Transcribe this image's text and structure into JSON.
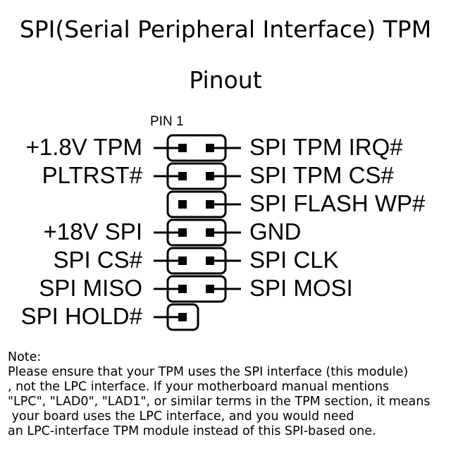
{
  "title": {
    "line1": "SPI(Serial Peripheral Interface) TPM",
    "line2": "Pinout"
  },
  "pin1_label": "PIN 1",
  "rows": [
    {
      "left": "+1.8V TPM",
      "right": "SPI TPM IRQ#",
      "left_pin": true,
      "right_pin": true
    },
    {
      "left": "PLTRST#",
      "right": "SPI TPM CS#",
      "left_pin": true,
      "right_pin": true
    },
    {
      "left": "",
      "right": "SPI FLASH WP#",
      "left_pin": true,
      "right_pin": true
    },
    {
      "left": "+18V SPI",
      "right": "GND",
      "left_pin": true,
      "right_pin": true
    },
    {
      "left": "SPI CS#",
      "right": "SPI CLK",
      "left_pin": true,
      "right_pin": true
    },
    {
      "left": "SPI MISO",
      "right": "SPI MOSI",
      "left_pin": true,
      "right_pin": true
    },
    {
      "left": "SPI HOLD#",
      "right": "",
      "left_pin": true,
      "right_pin": false
    }
  ],
  "note": {
    "heading": "Note:",
    "lines": [
      "Please ensure that your TPM uses the SPI interface (this module)",
      ", not the LPC interface. If your motherboard manual mentions",
      "\"LPC\", \"LAD0\", \"LAD1\", or similar terms in the TPM section, it means",
      " your board uses the LPC interface, and you would need",
      "an LPC-interface TPM module instead of this SPI-based one."
    ]
  }
}
